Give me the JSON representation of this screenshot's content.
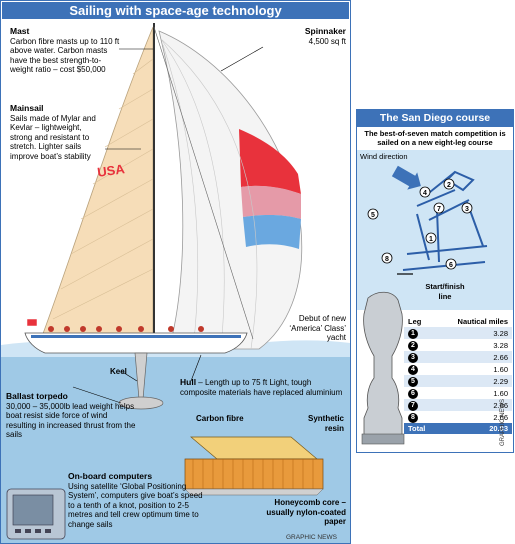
{
  "title": "Sailing with space-age technology",
  "labels": {
    "mast": {
      "heading": "Mast",
      "body": "Carbon fibre masts up to 110 ft above water. Carbon masts have the best strength-to-weight ratio – cost $50,000"
    },
    "mainsail": {
      "heading": "Mainsail",
      "body": "Sails made of Mylar and Kevlar – lightweight, strong and resistant to stretch. Lighter sails improve boat’s stability"
    },
    "spinnaker": {
      "heading": "Spinnaker",
      "body": "4,500 sq ft"
    },
    "debut": "Debut of new ‘America’ Class’ yacht",
    "keel": "Keel",
    "ballast": {
      "heading": "Ballast torpedo",
      "body": "30,000 – 35,000lb lead weight helps boat resist side force of wind resulting in increased thrust from the sails"
    },
    "hull": {
      "heading": "Hull",
      "body": "– Length up to 75 ft Light, tough composite materials have replaced aluminium"
    },
    "carbon_fibre": "Carbon fibre",
    "synthetic_resin": "Synthetic resin",
    "honeycomb": "Honeycomb core – usually nylon-coated paper",
    "computers": {
      "heading": "On-board computers",
      "body": "Using satellite ‘Global Positioning System’, computers give boat’s speed to a tenth of a knot, position to 2-5 metres and tell crew optimum time to change sails"
    }
  },
  "sail_text": "USA",
  "credit_left": "GRAPHIC NEWS",
  "course": {
    "title": "The San Diego course",
    "subtitle": "The best-of-seven match competition is sailed on a new eight-leg course",
    "wind": "Wind direction",
    "start_finish": "Start/finish line",
    "legs": [
      "1",
      "2",
      "3",
      "4",
      "5",
      "6",
      "7",
      "8"
    ],
    "table": {
      "col_leg": "Leg",
      "col_miles": "Nautical miles",
      "rows": [
        {
          "leg": "1",
          "miles": "3.28"
        },
        {
          "leg": "2",
          "miles": "3.28"
        },
        {
          "leg": "3",
          "miles": "2.66"
        },
        {
          "leg": "4",
          "miles": "1.60"
        },
        {
          "leg": "5",
          "miles": "2.29"
        },
        {
          "leg": "6",
          "miles": "1.60"
        },
        {
          "leg": "7",
          "miles": "2.66"
        },
        {
          "leg": "8",
          "miles": "2.66"
        }
      ],
      "total_label": "Total",
      "total_value": "20.03"
    },
    "credit": "GRAPHIC NEWS"
  },
  "colors": {
    "accent": "#3d72b8",
    "sea": "#9fc9e6",
    "sail": "#f6ddb8",
    "red": "#e8323c",
    "water_light": "#cfe5f5"
  }
}
